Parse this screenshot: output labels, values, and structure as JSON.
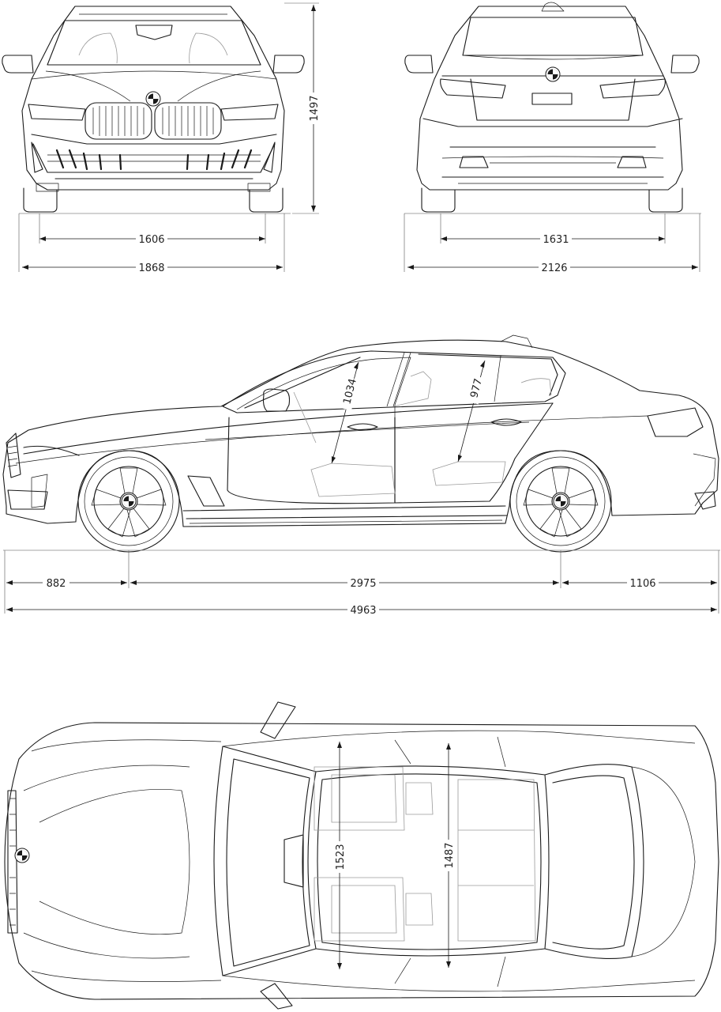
{
  "dimensions": {
    "front_track": "1606",
    "front_width": "1868",
    "height": "1497",
    "rear_track": "1631",
    "width_mirrors": "2126",
    "front_headroom": "1034",
    "rear_headroom": "977",
    "front_overhang": "882",
    "wheelbase": "2975",
    "rear_overhang": "1106",
    "length": "4963",
    "front_shoulder": "1523",
    "rear_shoulder": "1487"
  },
  "colors": {
    "line": "#1a1a1a",
    "ghost": "#9a9a9a",
    "background": "#ffffff"
  }
}
